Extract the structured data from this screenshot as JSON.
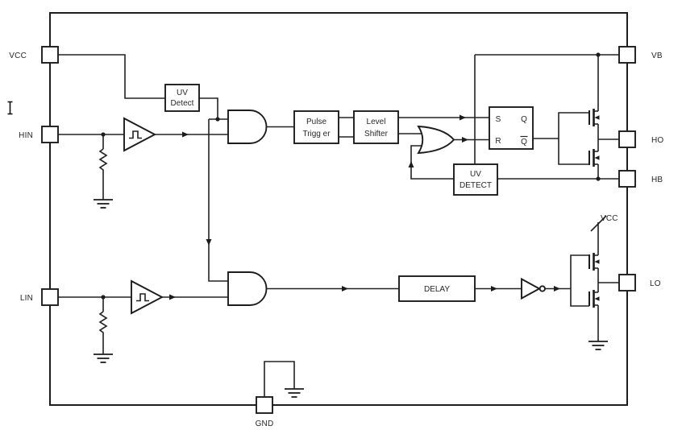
{
  "diagram_type": "ic-block-diagram",
  "pins": {
    "vcc": "VCC",
    "hin": "HIN",
    "lin": "LIN",
    "gnd": "GND",
    "vb": "VB",
    "ho": "HO",
    "hb": "HB",
    "lo": "LO"
  },
  "blocks": {
    "uv_detect_top": {
      "line1": "UV",
      "line2": "Detect"
    },
    "pulse_trigger": {
      "line1": "Pulse",
      "line2": "Trigg er"
    },
    "level_shifter": {
      "line1": "Level",
      "line2": "Shifter"
    },
    "uv_detect_high": {
      "line1": "UV",
      "line2": "DETECT"
    },
    "delay": {
      "label": "DELAY"
    }
  },
  "latch": {
    "set": "S",
    "reset": "R",
    "q": "Q",
    "q_bar": "Q"
  },
  "supply": {
    "low_side_rail": "VCC"
  },
  "colors": {
    "background": "#ffffff",
    "line": "#222222",
    "text": "#262626"
  },
  "cursor": {
    "type": "text-ibeam"
  }
}
